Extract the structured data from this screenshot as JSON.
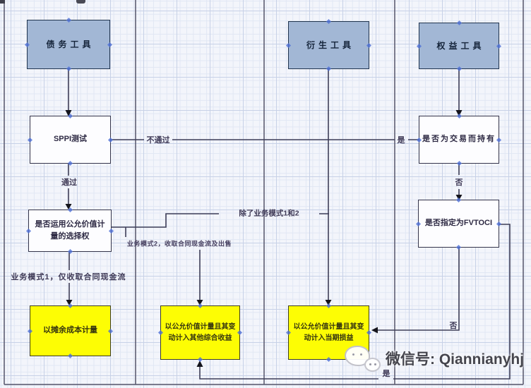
{
  "nodes": {
    "debt": {
      "label": "债务工具"
    },
    "derivative": {
      "label": "衍生工具"
    },
    "equity": {
      "label": "权益工具"
    },
    "sppi": {
      "label": "SPPI测试"
    },
    "fv_option": {
      "label": "是否运用公允价值计量的选择权"
    },
    "held_for_trading": {
      "label": "是否为交易而持有"
    },
    "designated_fvtoci": {
      "label": "是否指定为FVTOCI"
    },
    "amortized_cost": {
      "label": "以摊余成本计量"
    },
    "fvoci": {
      "label": "以公允价值计量且其变动计入其他综合收益"
    },
    "fvtpl": {
      "label": "以公允价值计量且其变动计入当期损益"
    }
  },
  "edge_labels": {
    "sppi_fail": "不通过",
    "sppi_pass": "通过",
    "trading_yes": "是",
    "trading_no": "否",
    "except_models": "除了业务模式1和2",
    "model1": "业务模式1，仅收取合同现金流",
    "model2": "业务模式2，收取合同现金流及出售",
    "designation_no": "否",
    "designation_yes": "是"
  },
  "watermark": {
    "label": "微信号:",
    "id": "Qiannianyhj"
  },
  "colors": {
    "node_blue_fill": "#a2b7d5",
    "node_blue_border": "#20344e",
    "node_yellow_fill": "#fdfd04",
    "connector": "#3e3e58",
    "canvas_grid_major": "#c7d1e7",
    "canvas_bg": "#f3f5fb"
  }
}
